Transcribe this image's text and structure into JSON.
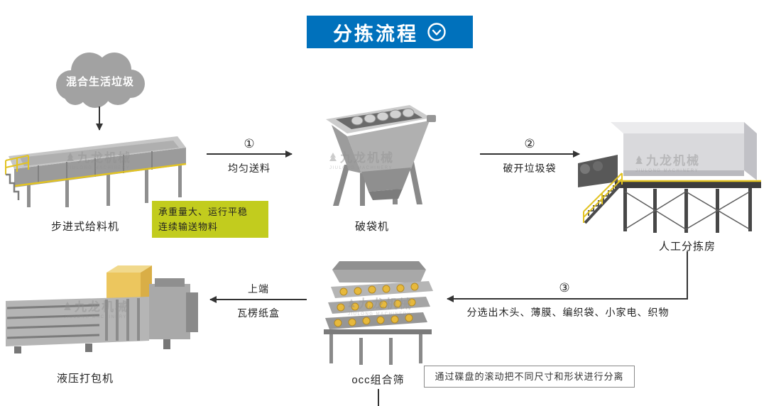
{
  "colors": {
    "banner_blue": "#0071bc",
    "note_green": "#c2cc1e",
    "machine_yellow": "#e7b93c",
    "cloud_gray": "#a2a2a2"
  },
  "header": {
    "title": "分拣流程"
  },
  "flow": {
    "input_cloud": "混合生活垃圾",
    "machines": {
      "feeder": "步进式给料机",
      "bag_breaker": "破袋机",
      "sorting_room": "人工分拣房",
      "occ_screen": "occ组合筛",
      "baler": "液压打包机"
    },
    "steps": {
      "s1": {
        "num": "①",
        "label": "均匀送料"
      },
      "s2": {
        "num": "②",
        "label": "破开垃圾袋"
      },
      "s3": {
        "num": "③",
        "label": "分选出木头、薄膜、编织袋、小家电、织物"
      },
      "s4": {
        "line1": "上端",
        "line2": "瓦楞纸盒"
      }
    },
    "notes": {
      "feeder_note_line1": "承重量大、运行平稳",
      "feeder_note_line2": "连续输送物料",
      "occ_note": "通过碟盘的滚动把不同尺寸和形状进行分离"
    }
  },
  "watermark": {
    "text": "九龙机械",
    "sub": "JIULONG MACHINERY"
  }
}
